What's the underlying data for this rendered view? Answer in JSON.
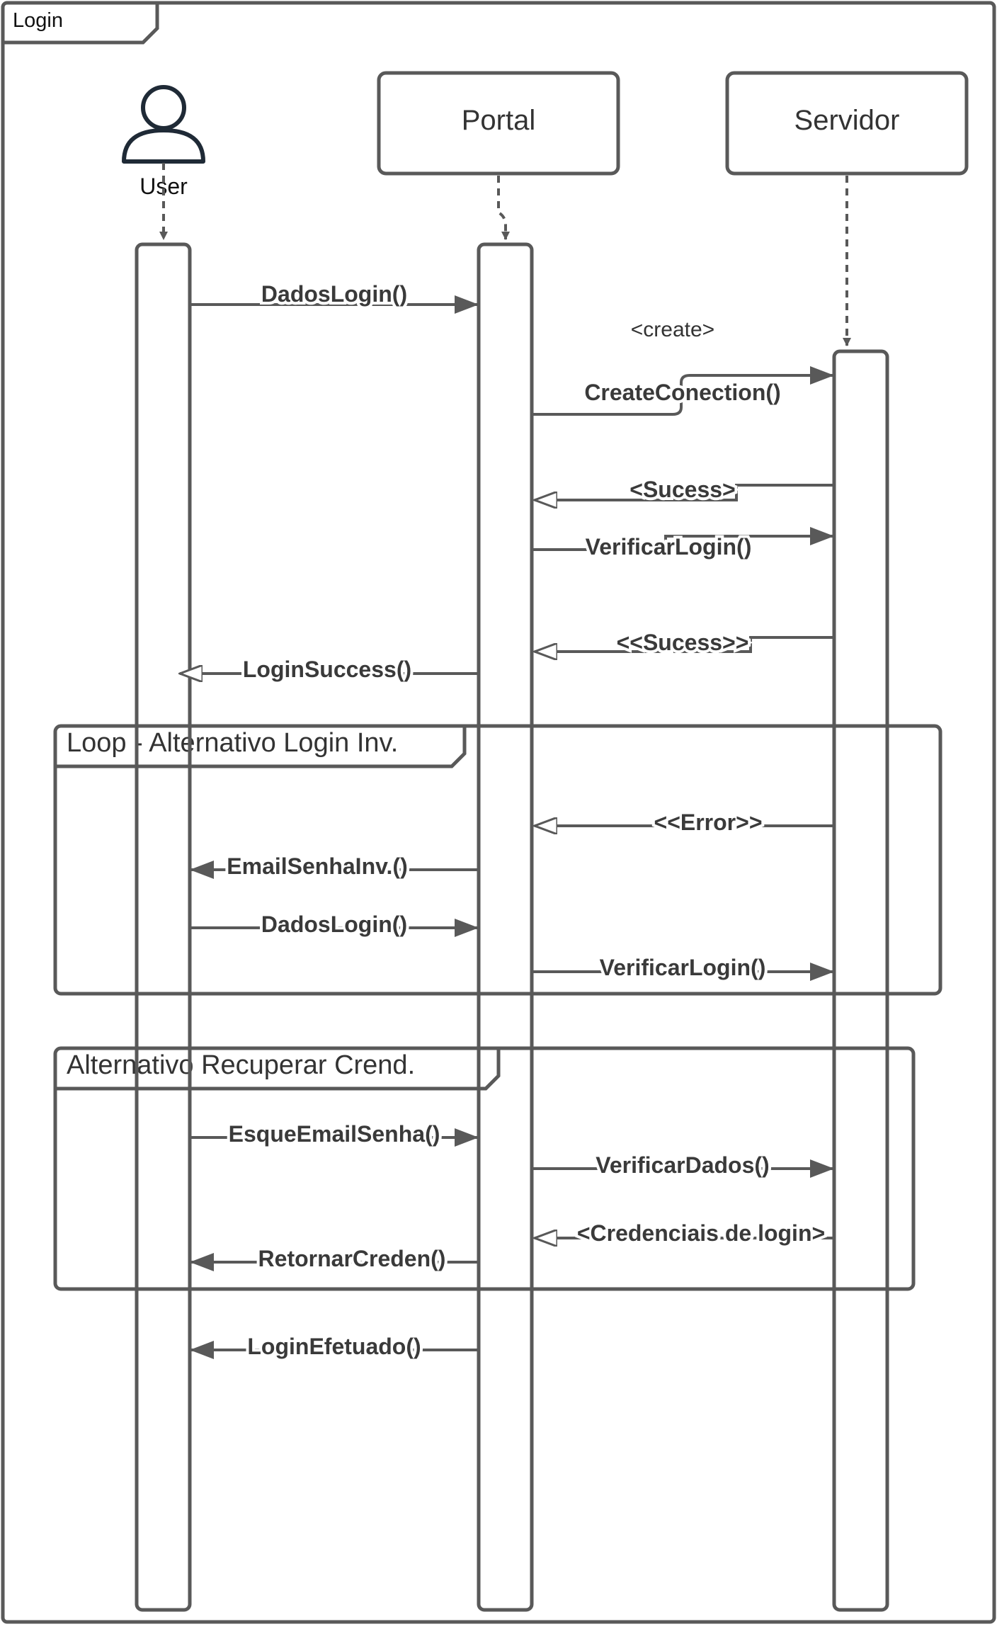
{
  "frame": {
    "title": "Login"
  },
  "participants": {
    "user": {
      "label": "User"
    },
    "portal": {
      "label": "Portal"
    },
    "servidor": {
      "label": "Servidor"
    }
  },
  "fragments": {
    "loop": {
      "title": "Loop - Alternativo Login Inv."
    },
    "alt": {
      "title": "Alternativo Recuperar Crend."
    }
  },
  "notes": {
    "create": "<create>"
  },
  "messages": {
    "m1": "DadosLogin()",
    "m2": "CreateConection()",
    "m3": "<Sucess>",
    "m4": "VerificarLogin()",
    "m5": "<<Sucess>>",
    "m6": "LoginSuccess()",
    "m7": "<<Error>>",
    "m8": "EmailSenhaInv.()",
    "m9": "DadosLogin()",
    "m10": "VerificarLogin()",
    "m11": "EsqueEmailSenha()",
    "m12": "VerificarDados()",
    "m13": "<Credenciais de login>",
    "m14": "RetornarCreden()",
    "m15": "LoginEfetuado()"
  },
  "colors": {
    "line": "#595959",
    "text": "#333333",
    "actor": "#1f2a36"
  }
}
